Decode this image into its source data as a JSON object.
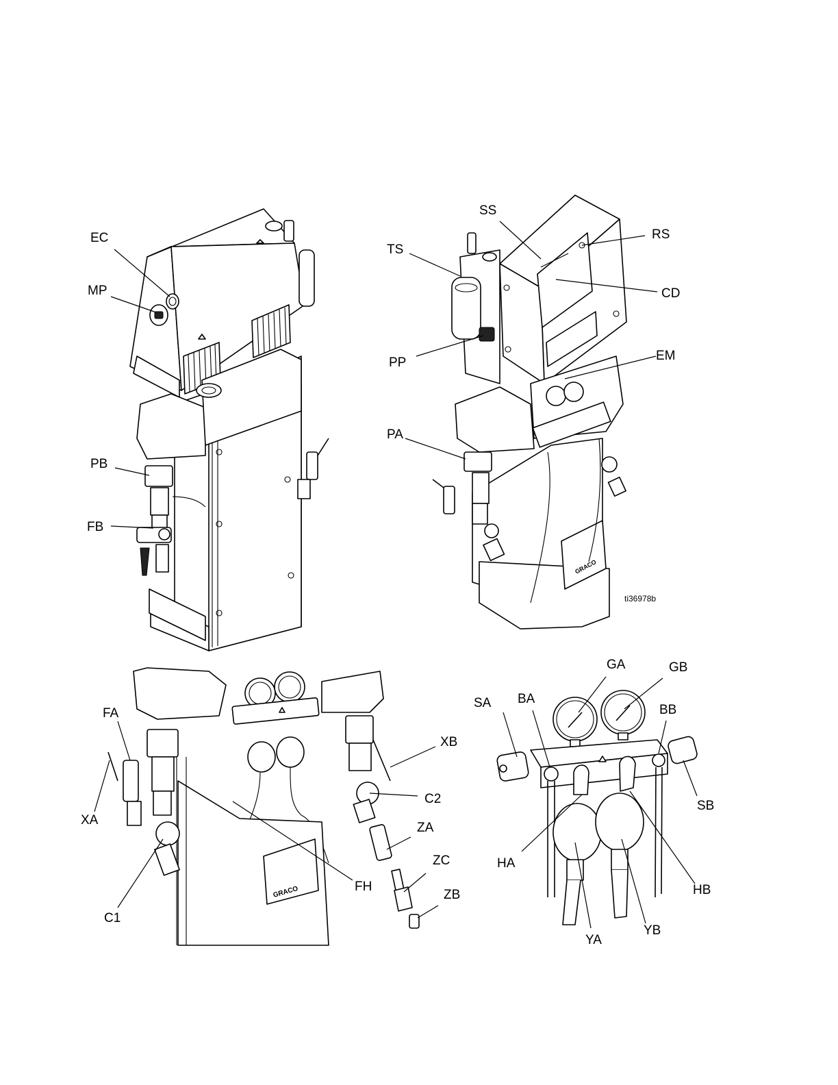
{
  "figure_id": "ti36978b",
  "views": [
    {
      "id": "rear-view",
      "callouts": [
        "EC",
        "MP",
        "PB",
        "FB"
      ]
    },
    {
      "id": "front-view",
      "callouts": [
        "SS",
        "TS",
        "RS",
        "CD",
        "PP",
        "EM",
        "PA"
      ]
    },
    {
      "id": "fluid-detail-view",
      "callouts": [
        "FA",
        "XA",
        "C1",
        "FH",
        "XB",
        "C2",
        "ZA",
        "ZC",
        "ZB"
      ]
    },
    {
      "id": "manifold-detail-view",
      "callouts": [
        "GA",
        "GB",
        "SA",
        "BA",
        "BB",
        "SB",
        "HA",
        "HB",
        "YA",
        "YB"
      ]
    }
  ],
  "labels": {
    "EC": "EC",
    "MP": "MP",
    "PB": "PB",
    "FB": "FB",
    "SS": "SS",
    "TS": "TS",
    "RS": "RS",
    "CD": "CD",
    "PP": "PP",
    "EM": "EM",
    "PA": "PA",
    "FA": "FA",
    "XA": "XA",
    "C1": "C1",
    "FH": "FH",
    "XB": "XB",
    "C2": "C2",
    "ZA": "ZA",
    "ZC": "ZC",
    "ZB": "ZB",
    "GA": "GA",
    "GB": "GB",
    "SA": "SA",
    "BA": "BA",
    "BB": "BB",
    "SB": "SB",
    "HA": "HA",
    "HB": "HB",
    "YA": "YA",
    "YB": "YB"
  },
  "brand_logo_text": "GRACO"
}
